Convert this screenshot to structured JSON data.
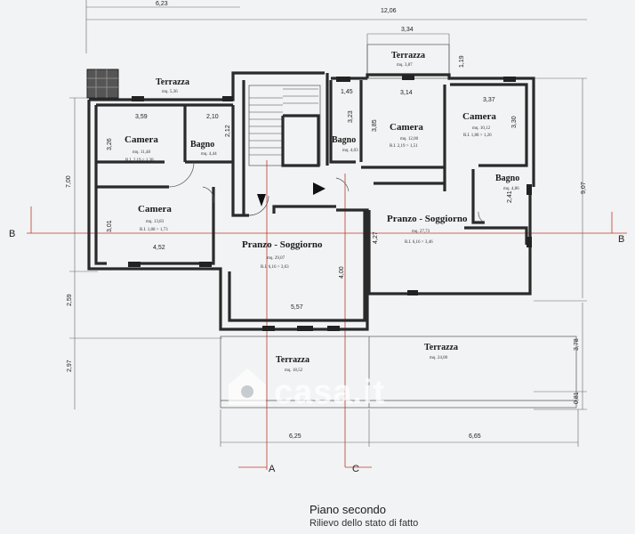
{
  "plan": {
    "title": "Piano secondo",
    "subtitle": "Rilievo dello stato di fatto",
    "subtitle2": "Scala 1:100"
  },
  "watermark": "casa.it",
  "rooms": {
    "terrazza_nw": {
      "name": "Terrazza",
      "area": "mq. 5,36"
    },
    "camera_1": {
      "name": "Camera",
      "area": "mq. 11,48",
      "ri": "R.I. 2,19 > 1,38"
    },
    "bagno_1": {
      "name": "Bagno",
      "area": "mq. 4,44"
    },
    "camera_2": {
      "name": "Camera",
      "area": "mq. 13,83",
      "ri": "R.I. 1,88 > 1,73"
    },
    "pranzo_1": {
      "name": "Pranzo - Soggiorno",
      "area": "mq. 29,07",
      "ri": "R.I. 6,16 > 3,63"
    },
    "terrazza_top": {
      "name": "Terrazza",
      "area": "mq. 3,87"
    },
    "bagno_2": {
      "name": "Bagno",
      "area": "mq. 4,03"
    },
    "camera_3": {
      "name": "Camera",
      "area": "mq. 12,00",
      "ri": "R.I. 2,19 > 1,51"
    },
    "camera_4": {
      "name": "Camera",
      "area": "mq. 10,12",
      "ri": "R.I. 1,88 > 1,26"
    },
    "bagno_3": {
      "name": "Bagno",
      "area": "mq. 4,86"
    },
    "pranzo_2": {
      "name": "Pranzo - Soggiorno",
      "area": "mq. 27,73",
      "ri": "R.I. 6,16 > 3,46"
    },
    "terrazza_s1": {
      "name": "Terrazza",
      "area": "mq. 18,52"
    },
    "terrazza_s2": {
      "name": "Terrazza",
      "area": "mq. 24,00"
    }
  },
  "dimensions": {
    "top_total_left": "6,23",
    "top_total": "12,06",
    "top_334": "3,34",
    "d_119": "1,19",
    "d_145": "1,45",
    "d_314": "3,14",
    "d_337": "3,37",
    "d_359": "3,59",
    "d_210": "2,10",
    "d_212": "2,12",
    "d_326": "3,26",
    "d_323": "3,23",
    "d_385": "3,85",
    "d_330": "3,30",
    "d_241": "2,41",
    "d_700": "7,00",
    "d_907": "9,07",
    "d_301": "3,01",
    "d_452": "4,52",
    "d_427": "4,27",
    "d_400": "4,00",
    "d_557": "5,57",
    "d_259": "2,59",
    "d_297": "2,97",
    "d_378": "3,78",
    "d_081": "0,81",
    "bottom_left": "6,25",
    "bottom_right": "6,65"
  },
  "sections": {
    "b_left": "B",
    "b_right": "B",
    "a": "A",
    "c": "C"
  }
}
